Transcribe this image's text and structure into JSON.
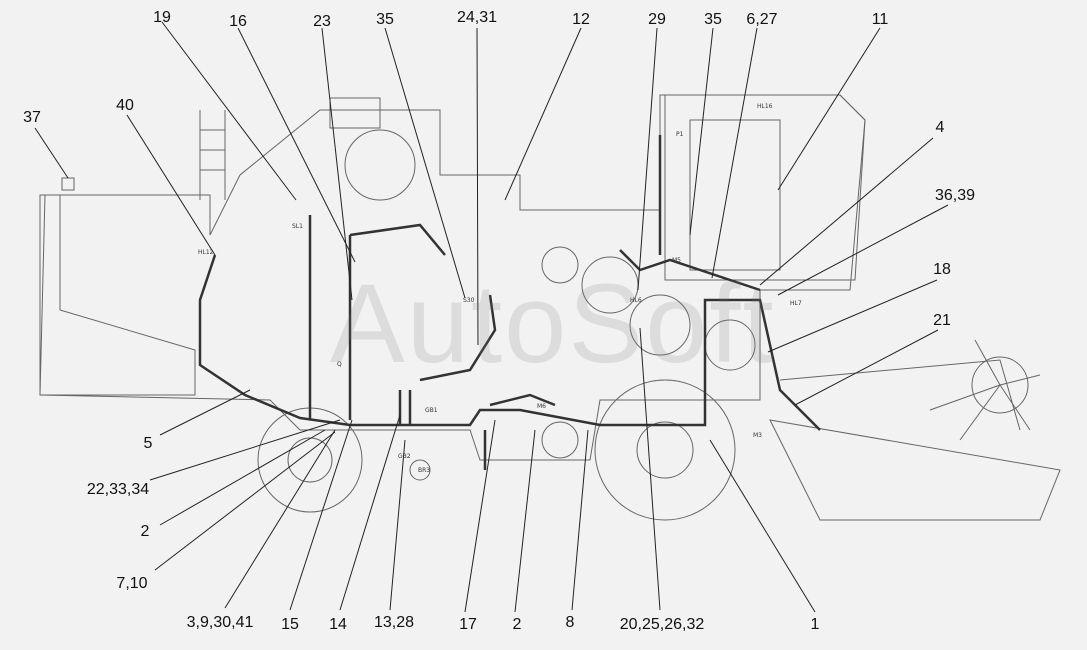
{
  "watermark": "AutoSoft",
  "top_callouts": [
    "19",
    "16",
    "23",
    "35",
    "24,31",
    "12",
    "29",
    "35",
    "6,27",
    "11"
  ],
  "right_callouts": [
    "37",
    "40",
    "4",
    "36,39",
    "18",
    "21"
  ],
  "bottom_callouts": [
    "5",
    "22,33,34",
    "2",
    "7,10",
    "3,9,30,41",
    "15",
    "14",
    "13,28",
    "17",
    "2",
    "8",
    "20,25,26,32",
    "1"
  ],
  "component_labels": [
    "SL1",
    "HL12",
    "HL16",
    "P1",
    "M5",
    "HL6",
    "HL7",
    "GB1",
    "GB2",
    "BR3",
    "M6",
    "M3",
    "S30",
    "Q"
  ],
  "colors": {
    "line": "#555555",
    "text": "#111111",
    "background": "#f2f2f2"
  }
}
